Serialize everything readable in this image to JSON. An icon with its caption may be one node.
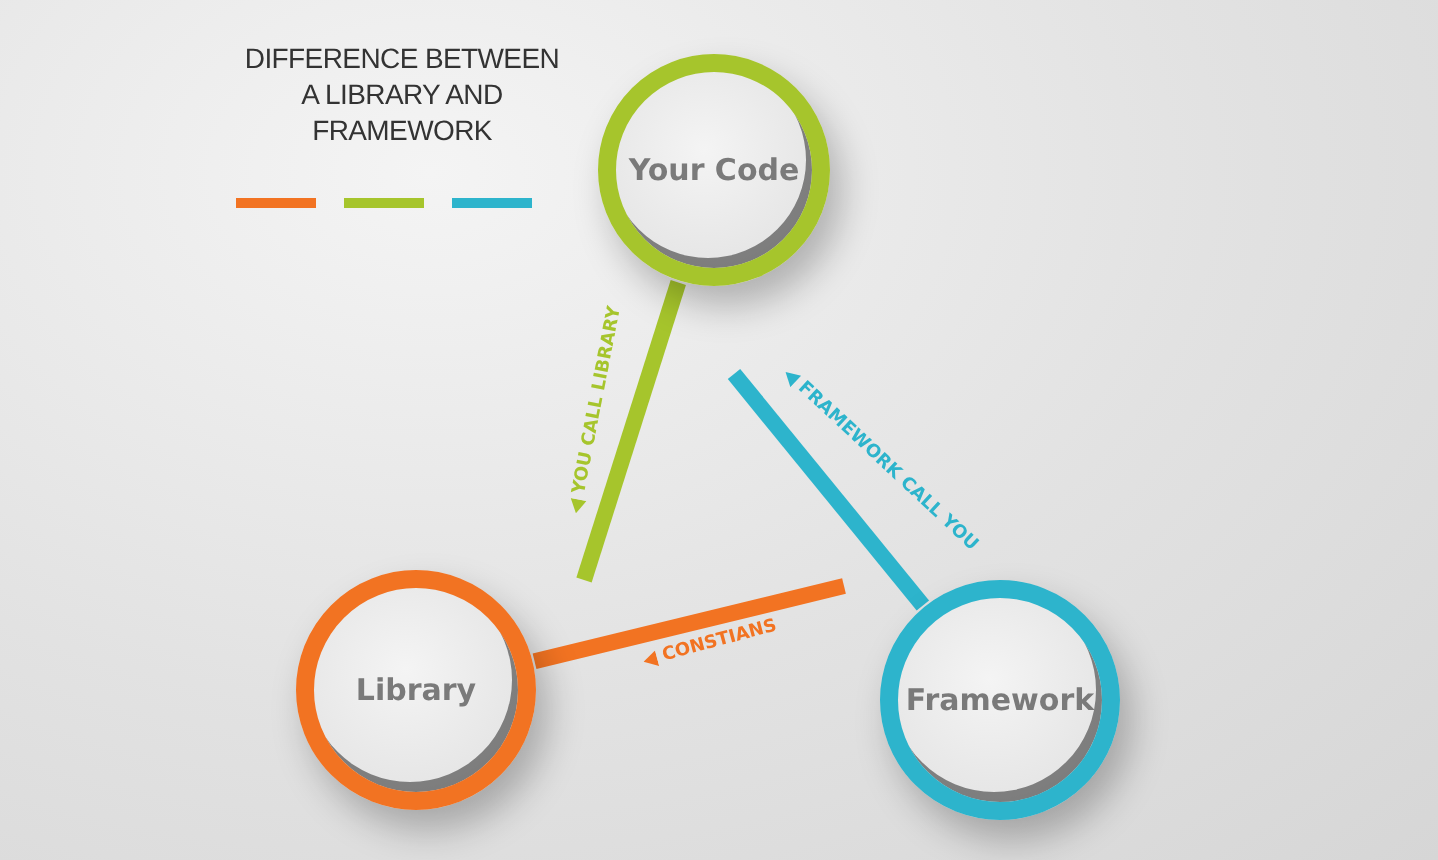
{
  "diagram": {
    "title": "DIFFERENCE BETWEEN A LIBRARY AND FRAMEWORK",
    "nodes": [
      {
        "text": [
          "Your Code"
        ]
      },
      {
        "text": [
          "Library"
        ]
      },
      {
        "text": [
          "Framework"
        ]
      }
    ],
    "edges": [
      {
        "from": 0,
        "to": null,
        "arrow": "none",
        "label": "YOU CALL LIBRARY",
        "color": "#a6c52c"
      },
      {
        "from": 2,
        "to": null,
        "arrow": "none",
        "label": "FRAMEWORK CALL YOU",
        "color": "#2db4cc"
      },
      {
        "from": 1,
        "to": null,
        "arrow": "none",
        "label": "CONSTIANS",
        "color": "#f27322"
      }
    ]
  }
}
